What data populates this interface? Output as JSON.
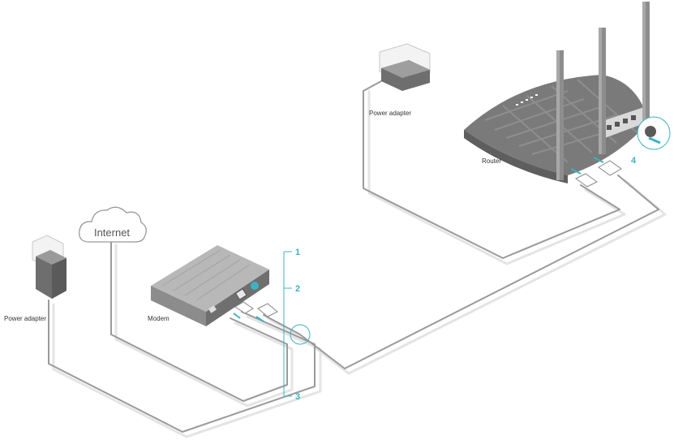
{
  "labels": {
    "internet": "Internet",
    "modem": "Modem",
    "router": "Router",
    "power_adapter_left": "Power adapter",
    "power_adapter_right": "Power adapter"
  },
  "steps": [
    "1",
    "2",
    "3",
    "4"
  ],
  "colors": {
    "accent": "#3bb3c3",
    "cable": "#9a9a9a",
    "cable_shadow": "#e2e2e2",
    "device_body": "#8a8a8a",
    "device_top": "#b5b5b5"
  }
}
